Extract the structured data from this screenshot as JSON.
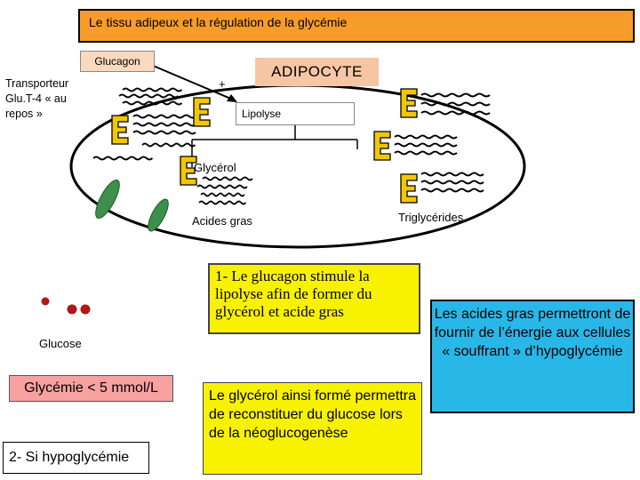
{
  "title": "Le tissu adipeux et la régulation de la glycémie",
  "glucagon_label": "Glucagon",
  "adipocyte_label": "ADIPOCYTE",
  "transporteur_label": "Transporteur Glu.T-4 « au repos »",
  "plus_sign": "+",
  "lipolyse_label": "Lipolyse",
  "glycerol_label": "Glycérol",
  "acides_gras_label": "Acides gras",
  "triglycerides_label": "Triglycérides",
  "glucose_label": "Glucose",
  "glycemie_label": "Glycémie < 5 mmol/L",
  "hypoglycemie_label": "2- Si hypoglycémie",
  "text_box_1": "1- Le glucagon stimule la lipolyse afin de former du glycérol et acide gras",
  "text_box_2": "Le glycérol ainsi formé permettra de reconstituer du glucose lors de la néoglucogenèse",
  "text_box_3": "Les acides gras permettront de fournir de l’énergie aux cellules « souffrant » d’hypoglycémie",
  "colors": {
    "title_bg": "#f79c2a",
    "adipocyte_bg": "#f6c6a4",
    "glucagon_bg": "#fbd9bf",
    "text_box_bg": "#f8f200",
    "glycemie_bg": "#f7a1a1",
    "info_bg": "#29b7e8",
    "triglyceride_e": "#f3c700",
    "transporter": "#3d8f4c",
    "glucose_dot": "#b01818"
  }
}
